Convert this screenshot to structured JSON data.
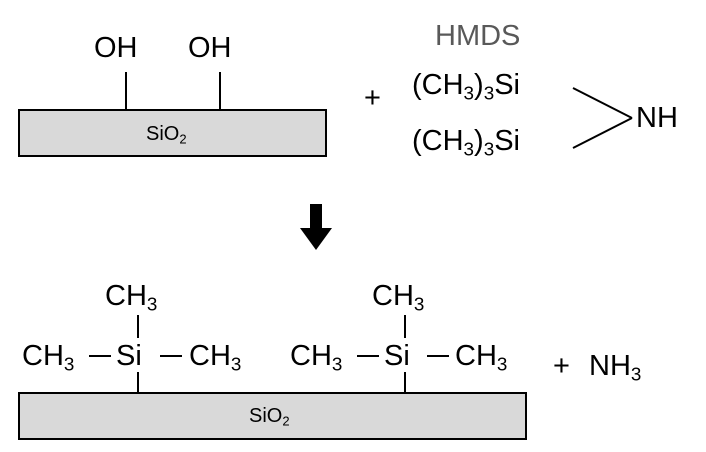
{
  "reactant_surface": {
    "groups": [
      "OH",
      "OH"
    ],
    "substrate_main": "SiO",
    "substrate_sub": "2"
  },
  "reagent": {
    "name": "HMDS",
    "plus": "+",
    "arm_top": {
      "open": "(CH",
      "sub1": "3",
      "close": ")",
      "sub2": "3",
      "atom": "Si"
    },
    "arm_bottom": {
      "open": "(CH",
      "sub1": "3",
      "close": ")",
      "sub2": "3",
      "atom": "Si"
    },
    "center": "NH"
  },
  "product_surface": {
    "groups": [
      {
        "top_main": "CH",
        "top_sub": "3",
        "left_main": "CH",
        "left_sub": "3",
        "si": "Si",
        "right_main": "CH",
        "right_sub": "3"
      },
      {
        "top_main": "CH",
        "top_sub": "3",
        "left_main": "CH",
        "left_sub": "3",
        "si": "Si",
        "right_main": "CH",
        "right_sub": "3"
      }
    ],
    "substrate_main": "SiO",
    "substrate_sub": "2"
  },
  "byproduct": {
    "plus": "+",
    "main": "NH",
    "sub": "3"
  },
  "colors": {
    "substrate_fill": "#d9d9d9",
    "label_gray": "#595959"
  }
}
